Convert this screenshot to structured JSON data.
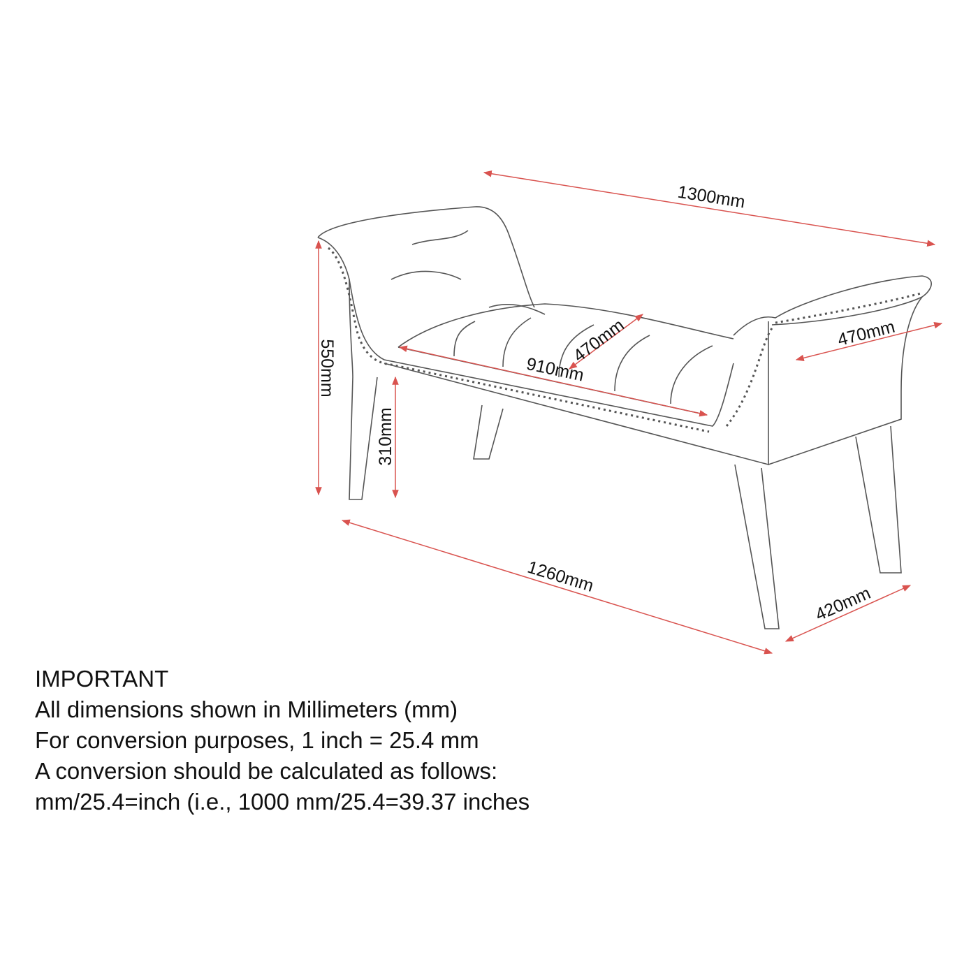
{
  "dimensions": {
    "overall_width": "1300mm",
    "arm_depth": "470mm",
    "seat_depth": "470mm",
    "seat_width": "910mm",
    "overall_height": "550mm",
    "seat_height": "310mm",
    "leg_span_width": "1260mm",
    "leg_span_depth": "420mm"
  },
  "notes": {
    "heading": "IMPORTANT",
    "lines": [
      "All dimensions shown in Millimeters (mm)",
      "For conversion purposes, 1 inch = 25.4 mm",
      "A conversion should be calculated as follows:",
      "mm/25.4=inch (i.e., 1000 mm/25.4=39.37 inches"
    ]
  },
  "colors": {
    "dimension_line": "#d9534f",
    "outline": "#555555"
  }
}
